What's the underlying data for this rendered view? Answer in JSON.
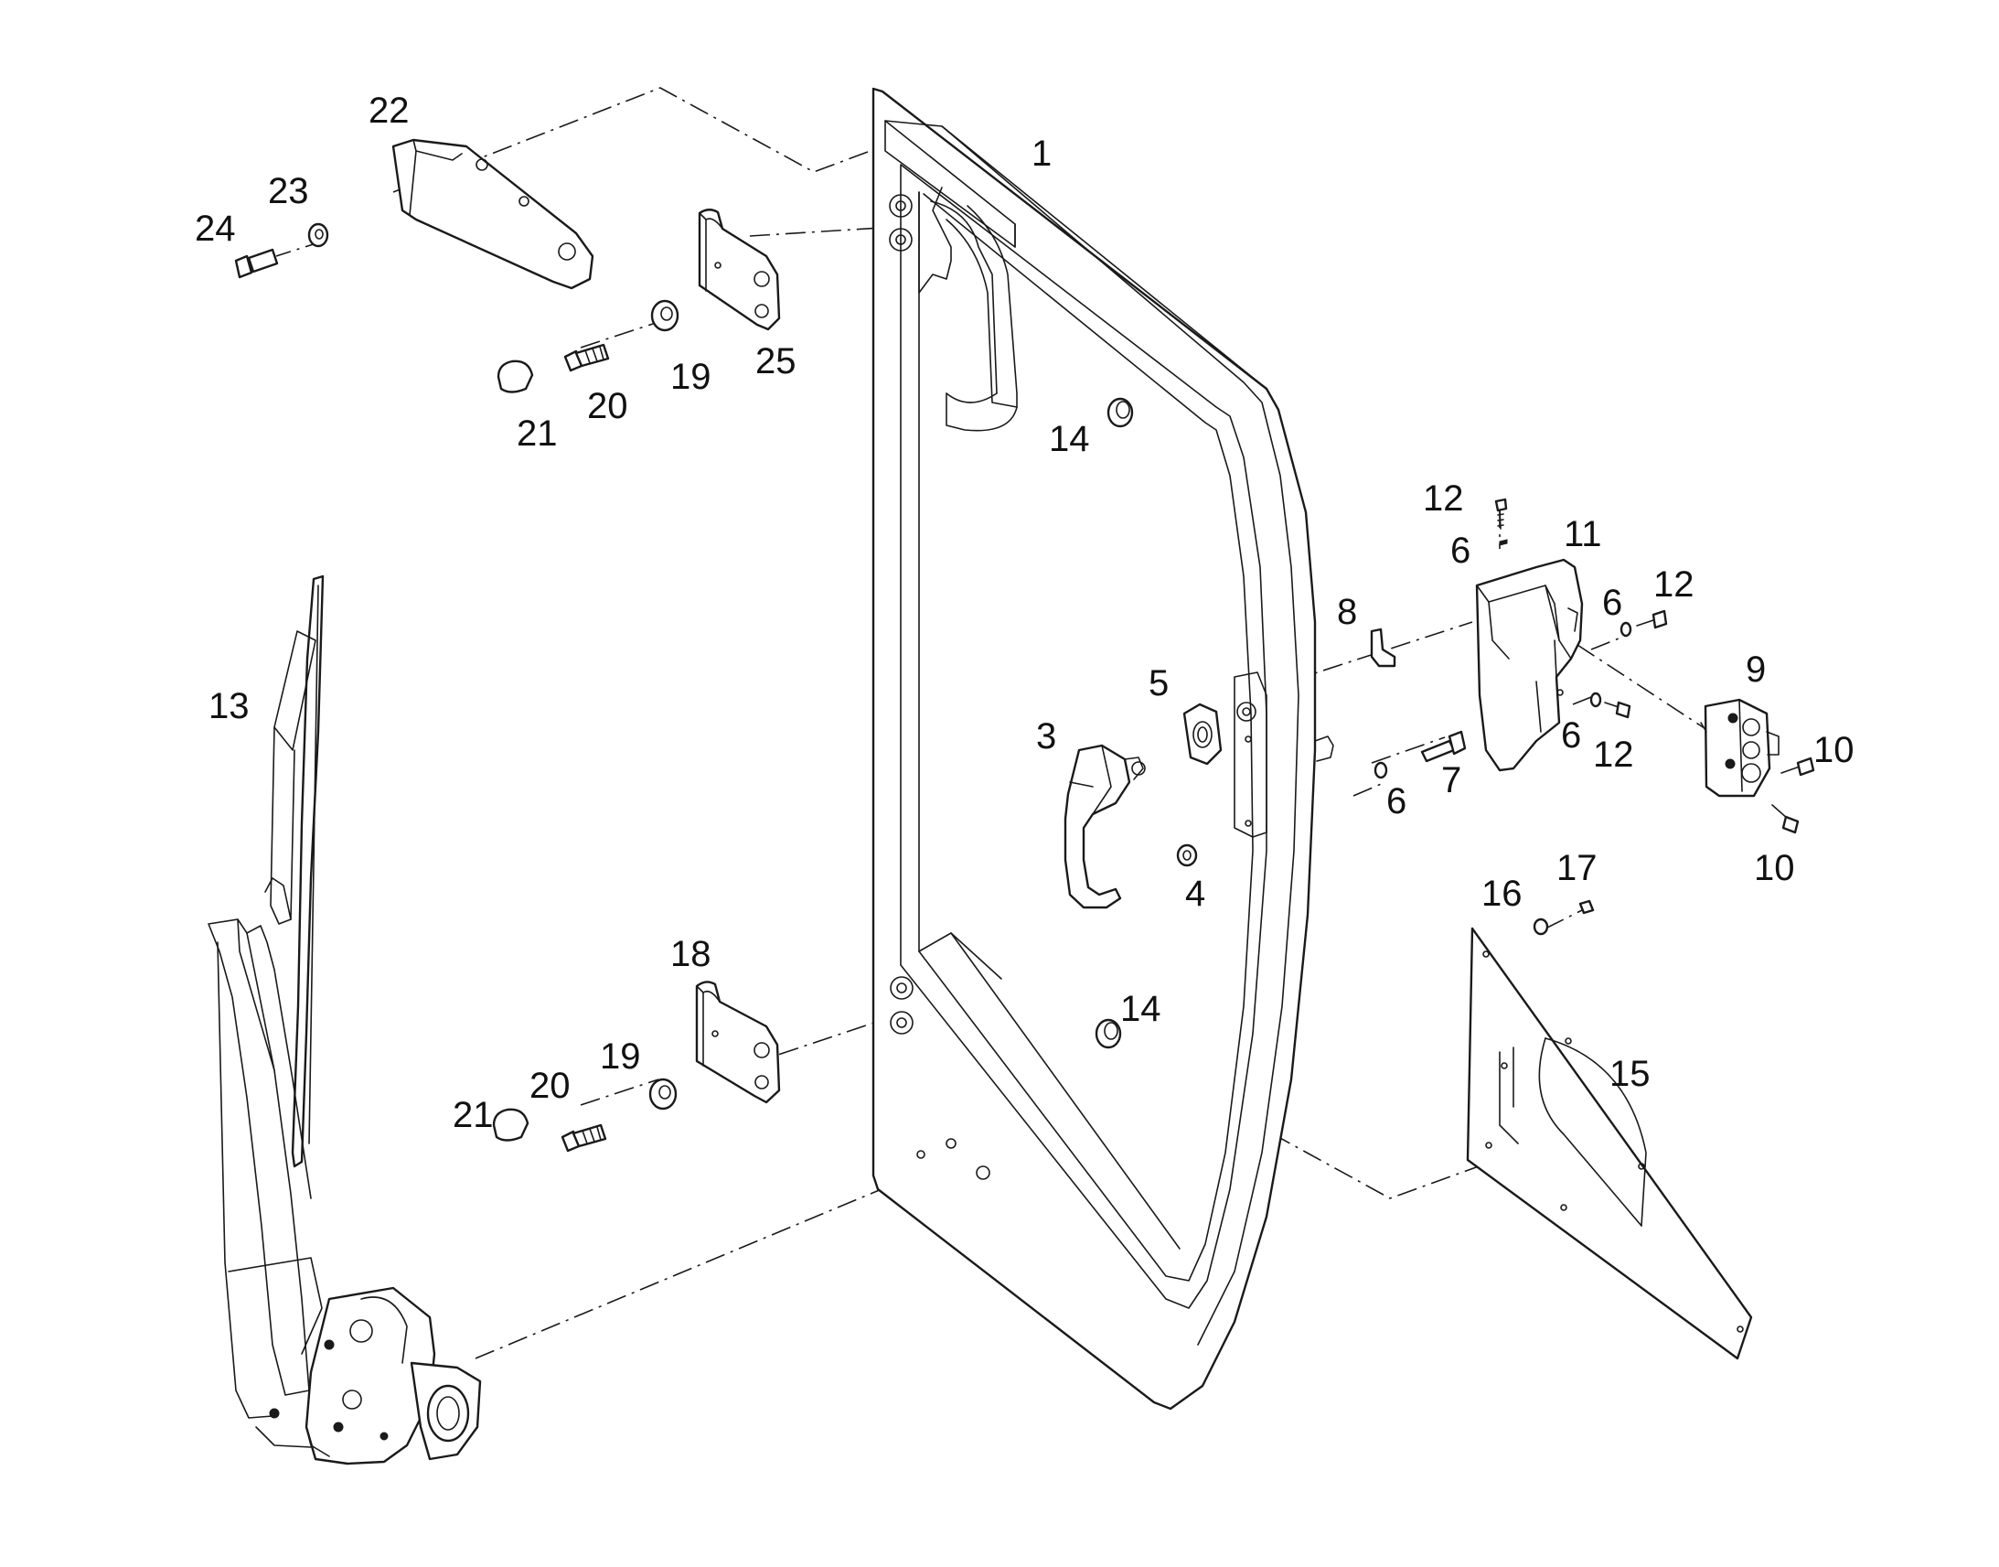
{
  "callouts": {
    "c1": "1",
    "c3": "3",
    "c4": "4",
    "c5": "5",
    "c6a": "6",
    "c6b": "6",
    "c6c": "6",
    "c6d": "6",
    "c7": "7",
    "c8": "8",
    "c9": "9",
    "c10a": "10",
    "c10b": "10",
    "c11": "11",
    "c12a": "12",
    "c12b": "12",
    "c12c": "12",
    "c13": "13",
    "c14a": "14",
    "c14b": "14",
    "c15": "15",
    "c16": "16",
    "c17": "17",
    "c18": "18",
    "c19a": "19",
    "c19b": "19",
    "c20a": "20",
    "c20b": "20",
    "c21a": "21",
    "c21b": "21",
    "c22": "22",
    "c23": "23",
    "c24": "24",
    "c25": "25"
  },
  "colors": {
    "line": "#1a1a1a",
    "background": "#ffffff"
  }
}
